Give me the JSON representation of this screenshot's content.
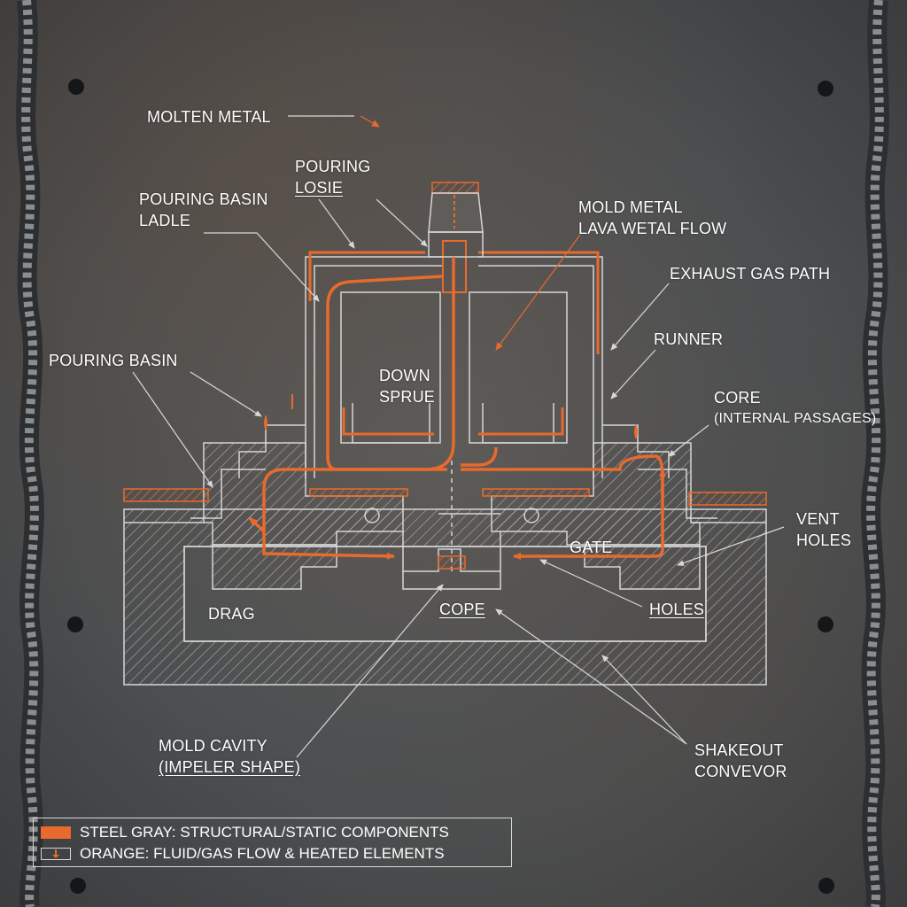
{
  "labels": {
    "molten_metal": "MOLTEN METAL",
    "pouring_losie_1": "POURING",
    "pouring_losie_2": "LOSIE",
    "pouring_basin_ladle_1": "POURING BASIN",
    "pouring_basin_ladle_2": "LADLE",
    "mold_metal_1": "MOLD METAL",
    "mold_metal_2": "LAVA WETAL FLOW",
    "exhaust_gas_path": "EXHAUST GAS PATH",
    "runner": "RUNNER",
    "pouring_basin": "POURING BASIN",
    "down_sprue_1": "DOWN",
    "down_sprue_2": "SPRUE",
    "core_1": "CORE",
    "core_2": "(INTERNAL PASSAGES)",
    "vent_holes_1": "VENT",
    "vent_holes_2": "HOLES",
    "gate": "GATE",
    "holes": "HOLES",
    "drag": "DRAG",
    "cope": "COPE",
    "mold_cavity_1": "MOLD CAVITY",
    "mold_cavity_2": "(IMPELER SHAPE)",
    "shakeout_1": "SHAKEOUT",
    "shakeout_2": "CONVEVOR"
  },
  "legend": {
    "steel": "STEEL GRAY: STRUCTURAL/STATIC COMPONENTS",
    "orange": "ORANGE: FLUID/GAS FLOW & HEATED ELEMENTS"
  },
  "colors": {
    "steel_line": "#d6d6d6",
    "flow_orange": "#e86a2c",
    "plate": "#4b4e50",
    "weld": "#8a8d90"
  }
}
